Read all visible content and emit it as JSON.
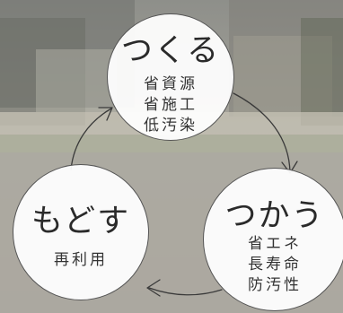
{
  "colors": {
    "circle_fill": "#ffffff",
    "circle_stroke": "#555555",
    "arrow": "#3a3a3a",
    "text": "#2a2a2a"
  },
  "cycle": [
    {
      "title": "つくる",
      "items": [
        "省資源",
        "省施工",
        "低汚染"
      ]
    },
    {
      "title": "つかう",
      "items": [
        "省エネ",
        "長寿命",
        "防汚性"
      ]
    },
    {
      "title": "もどす",
      "items": [
        "再利用"
      ]
    }
  ]
}
